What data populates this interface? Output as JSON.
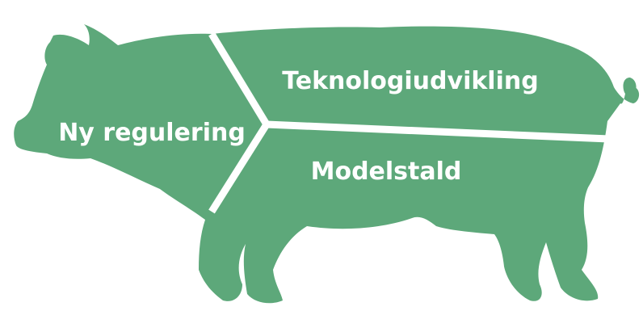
{
  "diagram": {
    "pig_color": "#5da87a",
    "divider_color": "#ffffff",
    "label_color": "#ffffff",
    "regions": [
      {
        "id": "head",
        "label": "Ny regulering"
      },
      {
        "id": "back",
        "label": "Teknologiudvikling"
      },
      {
        "id": "belly",
        "label": "Modelstald"
      }
    ]
  }
}
